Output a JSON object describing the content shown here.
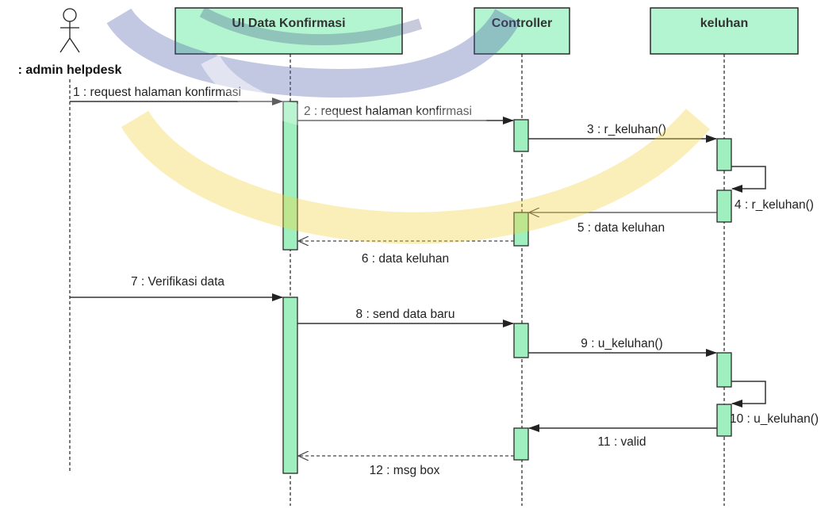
{
  "colors": {
    "participant_fill": "#b3f5d0",
    "participant_border": "#2a2a2a",
    "activation_fill": "#9ff0be",
    "line": "#333333",
    "watermark_blue": "#4a58a6",
    "watermark_yellow": "#f2d23c"
  },
  "actor": {
    "label": ": admin helpdesk",
    "icon": "stick-figure-icon"
  },
  "participants": [
    {
      "label": "UI Data Konfirmasi"
    },
    {
      "label": "Controller"
    },
    {
      "label": "keluhan"
    }
  ],
  "messages": [
    {
      "label": "1 : request halaman konfirmasi",
      "from": "actor",
      "to": "ui",
      "type": "sync"
    },
    {
      "label": "2 : request halaman konfirmasi",
      "from": "ui",
      "to": "controller",
      "type": "sync"
    },
    {
      "label": "3 : r_keluhan()",
      "from": "controller",
      "to": "keluhan",
      "type": "sync"
    },
    {
      "label": "4 : r_keluhan()",
      "from": "keluhan",
      "to": "keluhan",
      "type": "self"
    },
    {
      "label": "5 : data keluhan",
      "from": "keluhan",
      "to": "controller",
      "type": "return"
    },
    {
      "label": "6 : data keluhan",
      "from": "controller",
      "to": "ui",
      "type": "return"
    },
    {
      "label": "7 : Verifikasi data",
      "from": "actor",
      "to": "ui",
      "type": "sync"
    },
    {
      "label": "8 : send data baru",
      "from": "ui",
      "to": "controller",
      "type": "sync"
    },
    {
      "label": "9 : u_keluhan()",
      "from": "controller",
      "to": "keluhan",
      "type": "sync"
    },
    {
      "label": "10 : u_keluhan()",
      "from": "keluhan",
      "to": "keluhan",
      "type": "self"
    },
    {
      "label": "11 : valid",
      "from": "keluhan",
      "to": "controller",
      "type": "sync"
    },
    {
      "label": "12 : msg box",
      "from": "controller",
      "to": "ui",
      "type": "return"
    }
  ]
}
